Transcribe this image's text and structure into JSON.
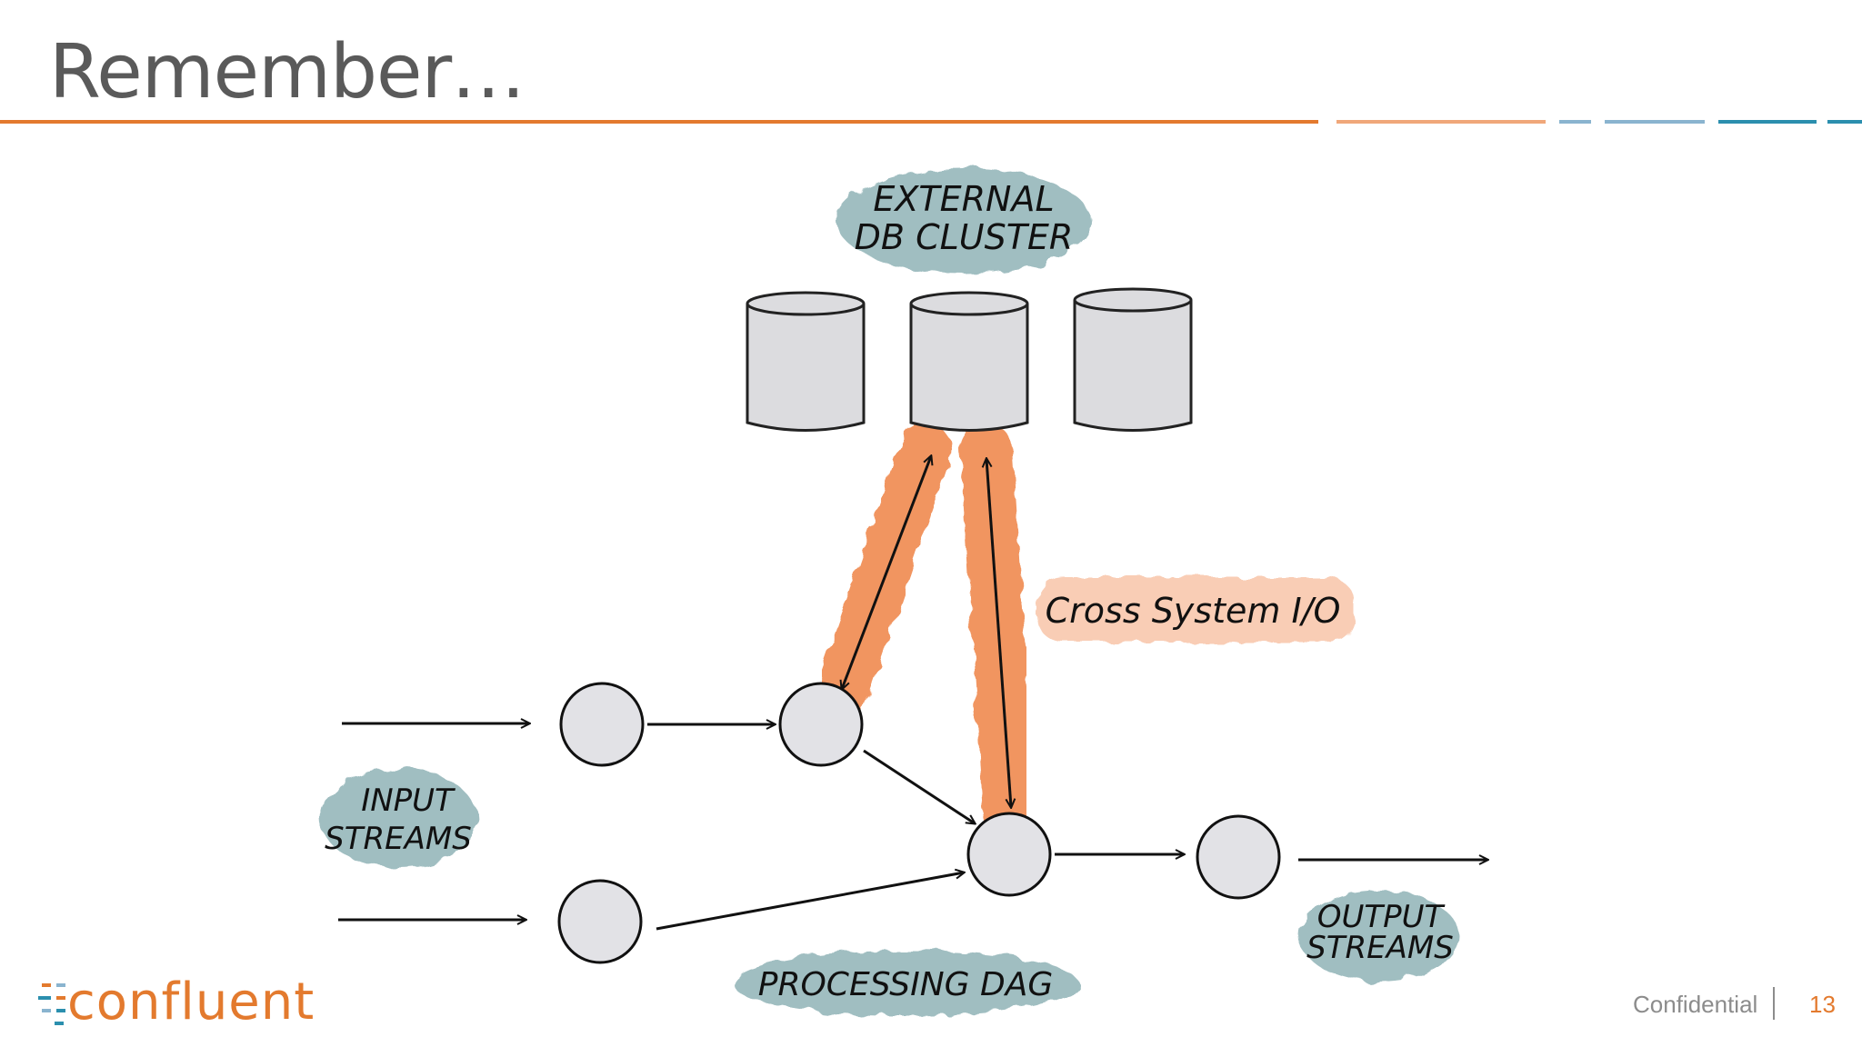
{
  "title": "Remember…",
  "labels": {
    "external_line1": "EXTERNAL",
    "external_line2": "DB CLUSTER",
    "cross_system": "Cross System I/O",
    "input_line1": "INPUT",
    "input_line2": "STREAMS",
    "output_line1": "OUTPUT",
    "output_line2": "STREAMS",
    "processing_dag": "PROCESSING DAG"
  },
  "footer": {
    "brand": "confluent",
    "confidential": "Confidential",
    "page_number": "13"
  },
  "colors": {
    "accent_orange": "#e37a2e",
    "accent_teal": "#2b8fae",
    "blob_teal": "#8fb3b6",
    "highlight_orange": "#f08a50",
    "node_fill": "#e2e2e6"
  }
}
